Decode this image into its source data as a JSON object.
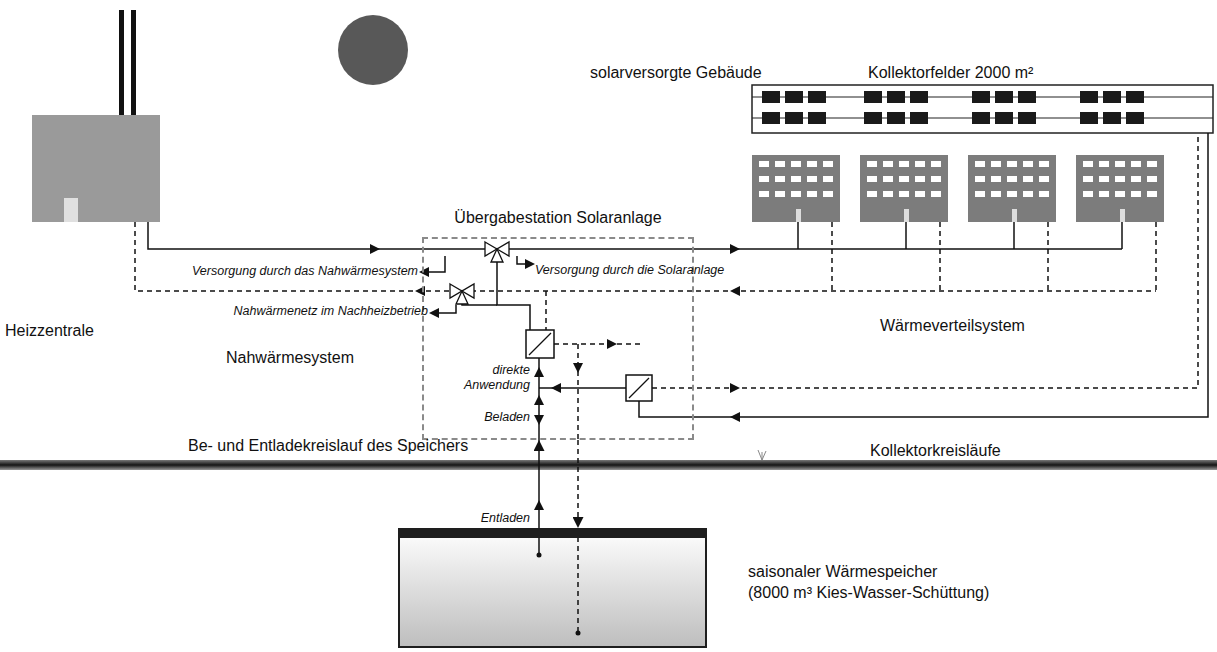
{
  "diagram": {
    "nodes": [
      {
        "text": [
          "Übergabestation Solaranlage"
        ]
      },
      {
        "text": [
          "saisonaler Wärmespeicher",
          "(8000 m³ Kies-Wasser-Schüttung)"
        ]
      }
    ],
    "edges": [
      {
        "from": 1,
        "to": 0,
        "arrow": "to"
      },
      {
        "from": 0,
        "to": 1,
        "arrow": "to"
      }
    ],
    "labels": [
      "solarversorgte Gebäude",
      "Kollektorfelder 2000 m²",
      "Versorgung durch das Nahwärmesystem",
      "Versorgung durch die Solaranlage",
      "Nahwärmenetz im Nachheizbetrieb",
      "Wärmeverteilsystem",
      "Heizzentrale",
      "Nahwärmesystem",
      "direkte Anwendung",
      "Beladen",
      "Be- und Entladekreislauf des Speichers",
      "Kollektorkreisläufe",
      "Entladen"
    ]
  }
}
